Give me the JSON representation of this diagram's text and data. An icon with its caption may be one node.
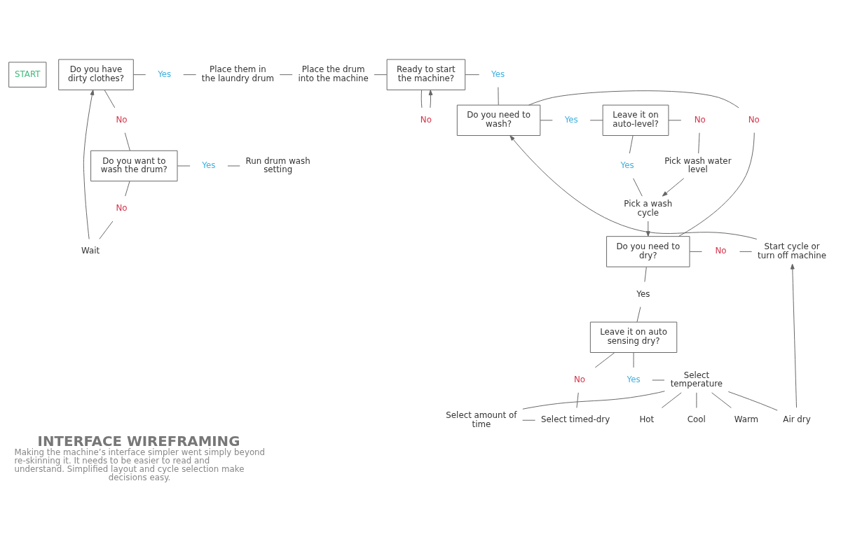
{
  "diagram": {
    "title": "INTERFACE WIREFRAMING",
    "caption": "Making the machine’s interface simpler went simply beyond re-skinning it. It needs to be easier to read and understand. Simplified layout and cycle selection make decisions easy.",
    "nodes": [
      {
        "text": [
          "START"
        ]
      },
      {
        "text": [
          "Do you have dirty clothes?"
        ]
      },
      {
        "text": [
          "Yes"
        ]
      },
      {
        "text": [
          "Place them in the laundry drum"
        ]
      },
      {
        "text": [
          "Place the drum into the machine"
        ]
      },
      {
        "text": [
          "Ready to start the machine?"
        ]
      },
      {
        "text": [
          "Yes"
        ]
      },
      {
        "text": [
          "No"
        ]
      },
      {
        "text": [
          "Do you need to wash?"
        ]
      },
      {
        "text": [
          "No"
        ]
      },
      {
        "text": [
          "Yes"
        ]
      },
      {
        "text": [
          "Leave it on auto-level?"
        ]
      },
      {
        "text": [
          "No"
        ]
      },
      {
        "text": [
          "Pick wash water level"
        ]
      },
      {
        "text": [
          "Yes"
        ]
      },
      {
        "text": [
          "Pick a wash cycle"
        ]
      },
      {
        "text": [
          "Start cycle or turn off machine"
        ]
      },
      {
        "text": [
          "No"
        ]
      },
      {
        "text": [
          "Do you need to dry?"
        ]
      },
      {
        "text": [
          "Yes"
        ]
      },
      {
        "text": [
          "Leave it on auto sensing dry?"
        ]
      },
      {
        "text": [
          "Yes"
        ]
      },
      {
        "text": [
          "No"
        ]
      },
      {
        "text": [
          "Select temperature"
        ]
      },
      {
        "text": [
          "Select amount of time"
        ]
      },
      {
        "text": [
          "Select timed-dry"
        ]
      },
      {
        "text": [
          "Air dry"
        ]
      },
      {
        "text": [
          "Cool"
        ]
      },
      {
        "text": [
          "Warm"
        ]
      },
      {
        "text": [
          "Hot"
        ]
      },
      {
        "text": [
          "No"
        ]
      },
      {
        "text": [
          "Do you want to wash the drum?"
        ]
      },
      {
        "text": [
          "Yes"
        ]
      },
      {
        "text": [
          "Run drum wash setting"
        ]
      },
      {
        "text": [
          "No"
        ]
      },
      {
        "text": [
          "Wait"
        ]
      }
    ],
    "edges": [
      {
        "from": 1,
        "to": 2,
        "arrow": "none"
      },
      {
        "from": 2,
        "to": 3,
        "arrow": "none"
      },
      {
        "from": 3,
        "to": 4,
        "arrow": "none"
      },
      {
        "from": 4,
        "to": 5,
        "arrow": "none"
      },
      {
        "from": 5,
        "to": 6,
        "arrow": "none"
      },
      {
        "from": 6,
        "to": 8,
        "arrow": "none"
      },
      {
        "from": 5,
        "to": 7,
        "arrow": "none"
      },
      {
        "from": 7,
        "to": 5,
        "arrow": "to"
      },
      {
        "from": 8,
        "to": 9,
        "arrow": "none"
      },
      {
        "from": 8,
        "to": 10,
        "arrow": "none"
      },
      {
        "from": 10,
        "to": 11,
        "arrow": "none"
      },
      {
        "from": 11,
        "to": 12,
        "arrow": "none"
      },
      {
        "from": 12,
        "to": 13,
        "arrow": "none"
      },
      {
        "from": 13,
        "to": 15,
        "arrow": "to"
      },
      {
        "from": 11,
        "to": 14,
        "arrow": "none"
      },
      {
        "from": 14,
        "to": 15,
        "arrow": "none"
      },
      {
        "from": 15,
        "to": 18,
        "arrow": "to"
      },
      {
        "from": 16,
        "to": 8,
        "arrow": "to"
      },
      {
        "from": 9,
        "to": 18,
        "arrow": "none"
      },
      {
        "from": 18,
        "to": 17,
        "arrow": "none"
      },
      {
        "from": 17,
        "to": 16,
        "arrow": "none"
      },
      {
        "from": 18,
        "to": 19,
        "arrow": "none"
      },
      {
        "from": 19,
        "to": 20,
        "arrow": "none"
      },
      {
        "from": 20,
        "to": 21,
        "arrow": "none"
      },
      {
        "from": 20,
        "to": 22,
        "arrow": "none"
      },
      {
        "from": 21,
        "to": 23,
        "arrow": "none"
      },
      {
        "from": 22,
        "to": 25,
        "arrow": "none"
      },
      {
        "from": 23,
        "to": 24,
        "arrow": "none"
      },
      {
        "from": 24,
        "to": 25,
        "arrow": "none"
      },
      {
        "from": 23,
        "to": 26,
        "arrow": "none"
      },
      {
        "from": 23,
        "to": 27,
        "arrow": "none"
      },
      {
        "from": 23,
        "to": 28,
        "arrow": "none"
      },
      {
        "from": 23,
        "to": 29,
        "arrow": "none"
      },
      {
        "from": 26,
        "to": 16,
        "arrow": "to"
      },
      {
        "from": 1,
        "to": 30,
        "arrow": "none"
      },
      {
        "from": 30,
        "to": 31,
        "arrow": "none"
      },
      {
        "from": 31,
        "to": 32,
        "arrow": "none"
      },
      {
        "from": 32,
        "to": 33,
        "arrow": "none"
      },
      {
        "from": 31,
        "to": 34,
        "arrow": "none"
      },
      {
        "from": 34,
        "to": 35,
        "arrow": "none"
      },
      {
        "from": 35,
        "to": 1,
        "arrow": "to"
      }
    ]
  }
}
